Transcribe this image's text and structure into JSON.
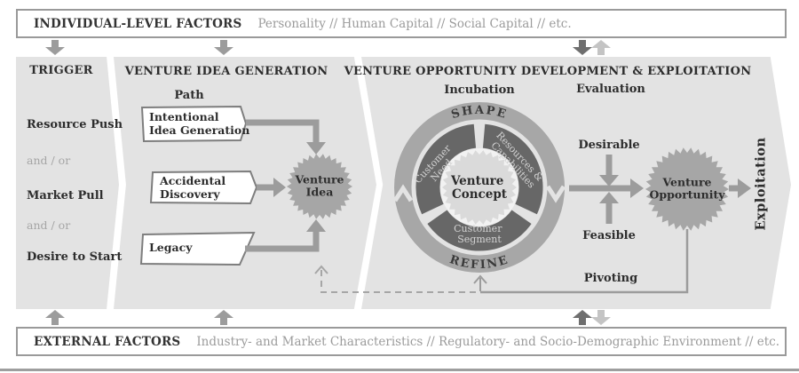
{
  "top_bar": {
    "title": "INDIVIDUAL-LEVEL FACTORS",
    "description": "Personality // Human Capital // Social Capital // etc."
  },
  "bottom_bar": {
    "title": "EXTERNAL FACTORS",
    "description": "Industry- and Market Characteristics // Regulatory- and Socio-Demographic Environment // etc."
  },
  "trigger_panel": {
    "title": "TRIGGER",
    "item1": "Resource Push",
    "connector1": "and / or",
    "item2": "Market Pull",
    "connector2": "and / or",
    "item3": "Desire to Start"
  },
  "idea_panel": {
    "title": "VENTURE IDEA GENERATION",
    "path_label": "Path",
    "path1_line1": "Intentional",
    "path1_line2": "Idea Generation",
    "path2_line1": "Accidental",
    "path2_line2": "Discovery",
    "path3_line1": "Legacy",
    "outcome_line1": "Venture",
    "outcome_line2": "Idea"
  },
  "opportunity_panel": {
    "title": "VENTURE OPPORTUNITY DEVELOPMENT & EXPLOITATION",
    "stage_left": "Incubation",
    "stage_right": "Evaluation",
    "ring": {
      "top": "SHAPE",
      "bottom": "REFINE",
      "segment_left_line1": "Customer",
      "segment_left_line2": "Need",
      "segment_right_line1": "Resources &",
      "segment_right_line2": "Capabilities",
      "segment_bottom_line1": "Customer",
      "segment_bottom_line2": "Segment",
      "center_line1": "Venture",
      "center_line2": "Concept"
    },
    "criterion_top": "Desirable",
    "criterion_bottom": "Feasible",
    "outcome_line1": "Venture",
    "outcome_line2": "Opportunity",
    "pivot_label": "Pivoting",
    "exploitation_label": "Exploitation"
  },
  "colors": {
    "panel_bg": "#e3e3e3",
    "bar_border": "#9a9a9a",
    "arrow_medium": "#9c9c9c",
    "arrow_dark": "#6f6f6f",
    "arrow_light": "#c4c4c4",
    "ring_outer": "#a7a7a7",
    "ring_inner": "#676767",
    "starburst": "#a6a6a6",
    "starburst_center": "#dadada",
    "text_dark": "#2d2d2d",
    "text_gray": "#9b9b9b"
  }
}
